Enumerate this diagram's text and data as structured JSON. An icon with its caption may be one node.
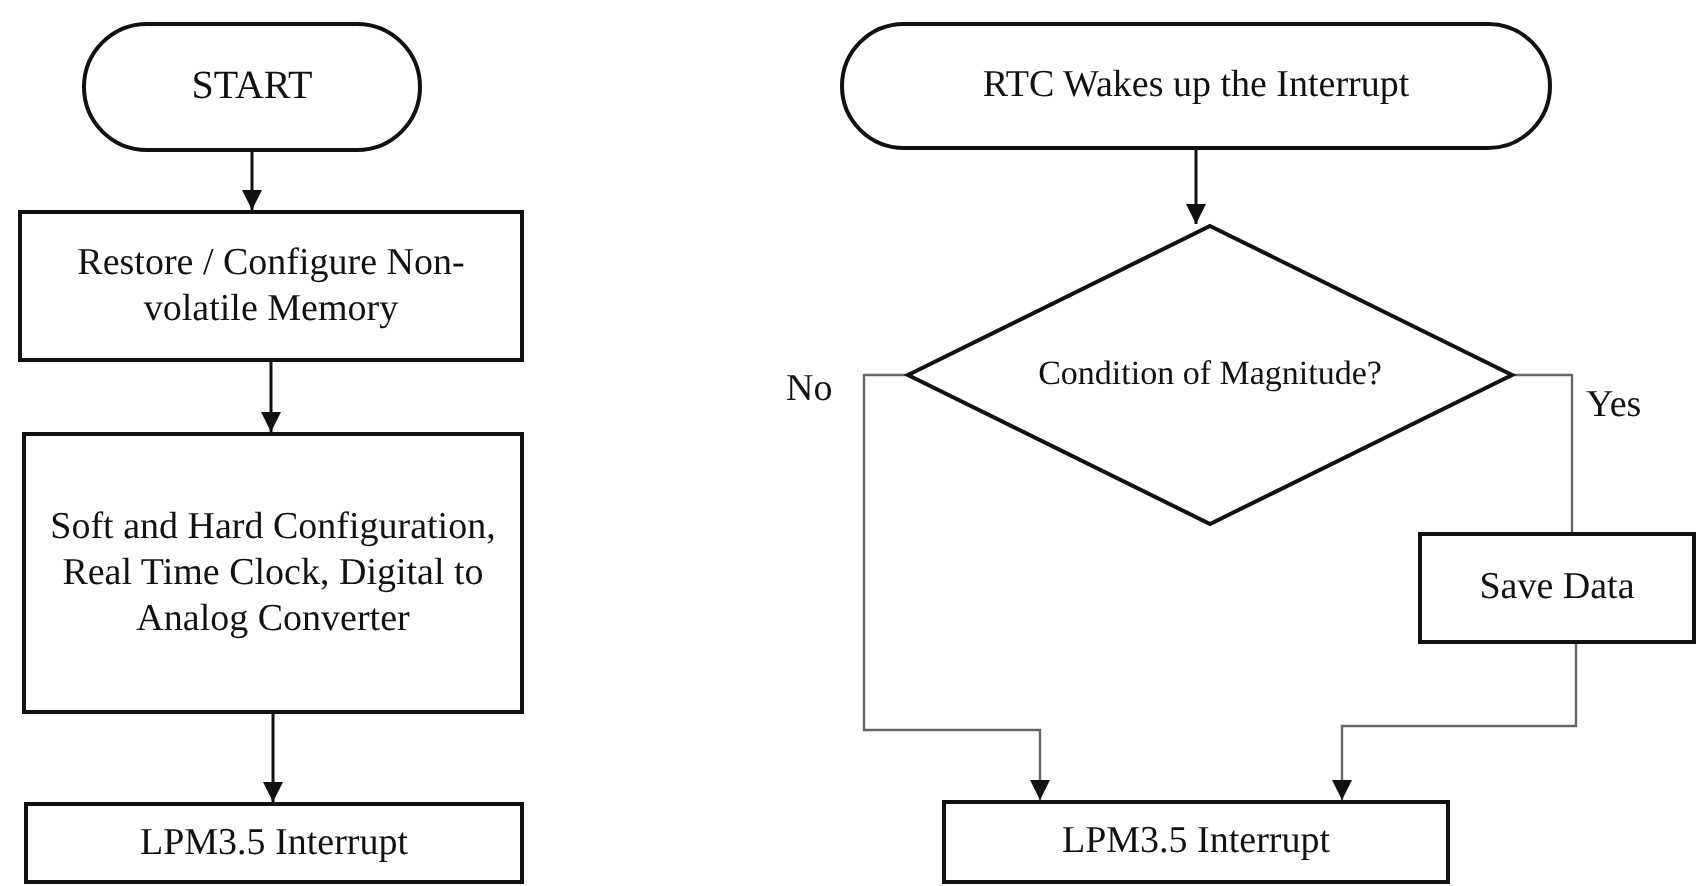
{
  "diagram": {
    "nodes": [
      {
        "text": [
          "START"
        ]
      },
      {
        "text": [
          "Restore / Configure Non-volatile Memory"
        ]
      },
      {
        "text": [
          "Soft and Hard Configuration, Real Time Clock, Digital to Analog Converter"
        ]
      },
      {
        "text": [
          "LPM3.5 Interrupt"
        ]
      },
      {
        "text": [
          "RTC Wakes up the Interrupt"
        ]
      },
      {
        "text": [
          "Condition of Magnitude?"
        ]
      },
      {
        "text": [
          "Save Data"
        ]
      },
      {
        "text": [
          "LPM3.5 Interrupt"
        ]
      }
    ],
    "edges": [
      {
        "from": 0,
        "to": 1,
        "arrow": "to"
      },
      {
        "from": 1,
        "to": 2,
        "arrow": "to"
      },
      {
        "from": 2,
        "to": 3,
        "arrow": "to"
      },
      {
        "from": 4,
        "to": 5,
        "arrow": "to"
      },
      {
        "from": 5,
        "to": 7,
        "label": "No",
        "arrow": "to"
      },
      {
        "from": 5,
        "to": 6,
        "label": "Yes",
        "arrow": "none"
      },
      {
        "from": 6,
        "to": 7,
        "arrow": "to"
      }
    ]
  }
}
